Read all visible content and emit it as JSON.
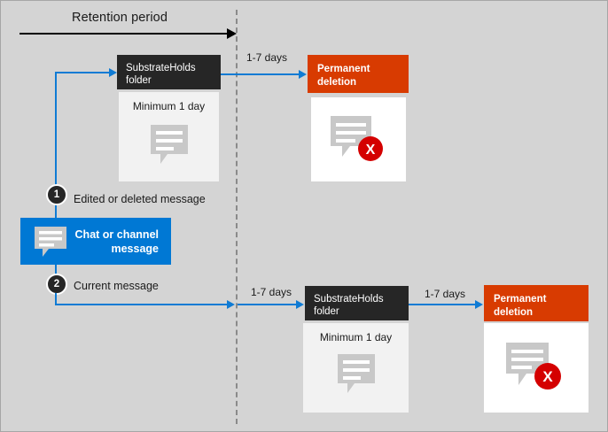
{
  "diagram": {
    "title": "Retention period",
    "divider": "dashed-retention-boundary",
    "colors": {
      "background": "#d4d4d4",
      "accent_blue": "#0078d4",
      "connector_blue": "#0f7bd4",
      "dark_header": "#262626",
      "orange": "#d83b01",
      "delete_red": "#d40000",
      "icon_gray": "#c8c8c8"
    }
  },
  "source": {
    "card_label": "Chat or channel message",
    "icon": "message-icon"
  },
  "steps": [
    {
      "number": "1",
      "label": "Edited or deleted message"
    },
    {
      "number": "2",
      "label": "Current message"
    }
  ],
  "flows": {
    "top": {
      "holds": {
        "header_line1": "SubstrateHolds",
        "header_line2": "folder",
        "minimum": "Minimum 1 day",
        "icon": "message-icon"
      },
      "transition_label": "1-7  days",
      "deletion": {
        "header_line1": "Permanent",
        "header_line2": "deletion",
        "icon": "message-deleted-icon"
      }
    },
    "bottom": {
      "to_holds_label": "1-7 days",
      "holds": {
        "header_line1": "SubstrateHolds",
        "header_line2": "folder",
        "minimum": "Minimum 1 day",
        "icon": "message-icon"
      },
      "transition_label": "1-7 days",
      "deletion": {
        "header_line1": "Permanent",
        "header_line2": "deletion",
        "icon": "message-deleted-icon"
      }
    }
  }
}
